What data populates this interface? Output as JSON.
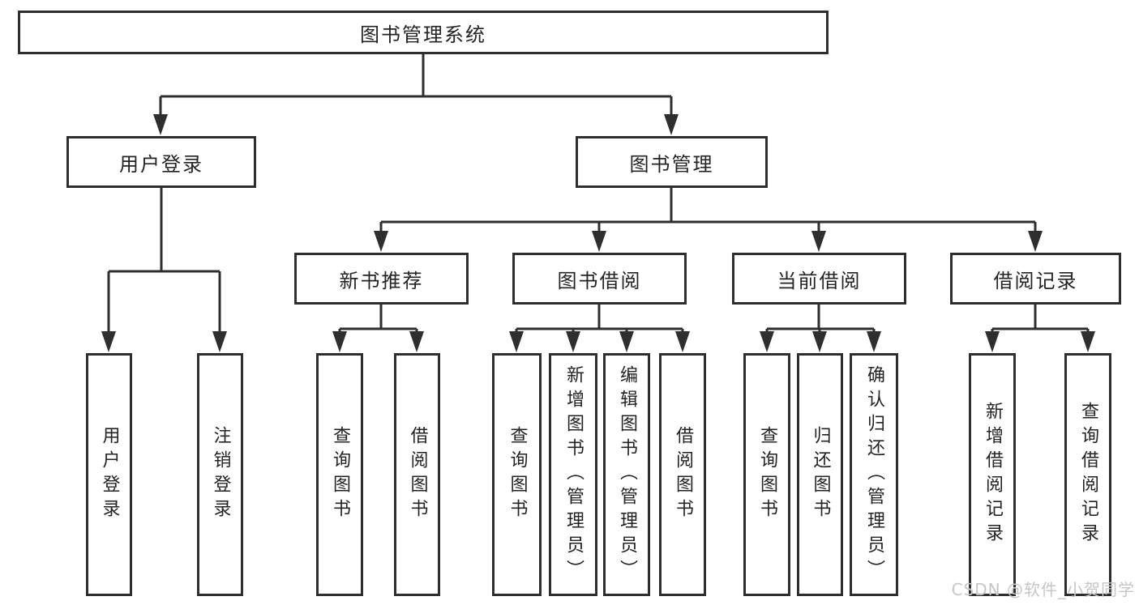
{
  "tree": {
    "root": "图书管理系统",
    "branches": [
      {
        "label": "用户登录",
        "children": [
          "用户登录",
          "注销登录"
        ]
      },
      {
        "label": "图书管理",
        "groups": [
          {
            "label": "新书推荐",
            "children": [
              "查询图书",
              "借阅图书"
            ]
          },
          {
            "label": "图书借阅",
            "children": [
              "查询图书",
              "新增图书（管理员）",
              "编辑图书（管理员）",
              "借阅图书"
            ]
          },
          {
            "label": "当前借阅",
            "children": [
              "查询图书",
              "归还图书",
              "确认归还（管理员）"
            ]
          },
          {
            "label": "借阅记录",
            "children": [
              "新增借阅记录",
              "查询借阅记录"
            ]
          }
        ]
      }
    ]
  },
  "watermark": {
    "text": "CSDN @软件_小贺同学"
  },
  "colors": {
    "line": "#2e2e2e",
    "text": "#232323",
    "watermark": "#c6c6c6",
    "background": "#ffffff"
  }
}
